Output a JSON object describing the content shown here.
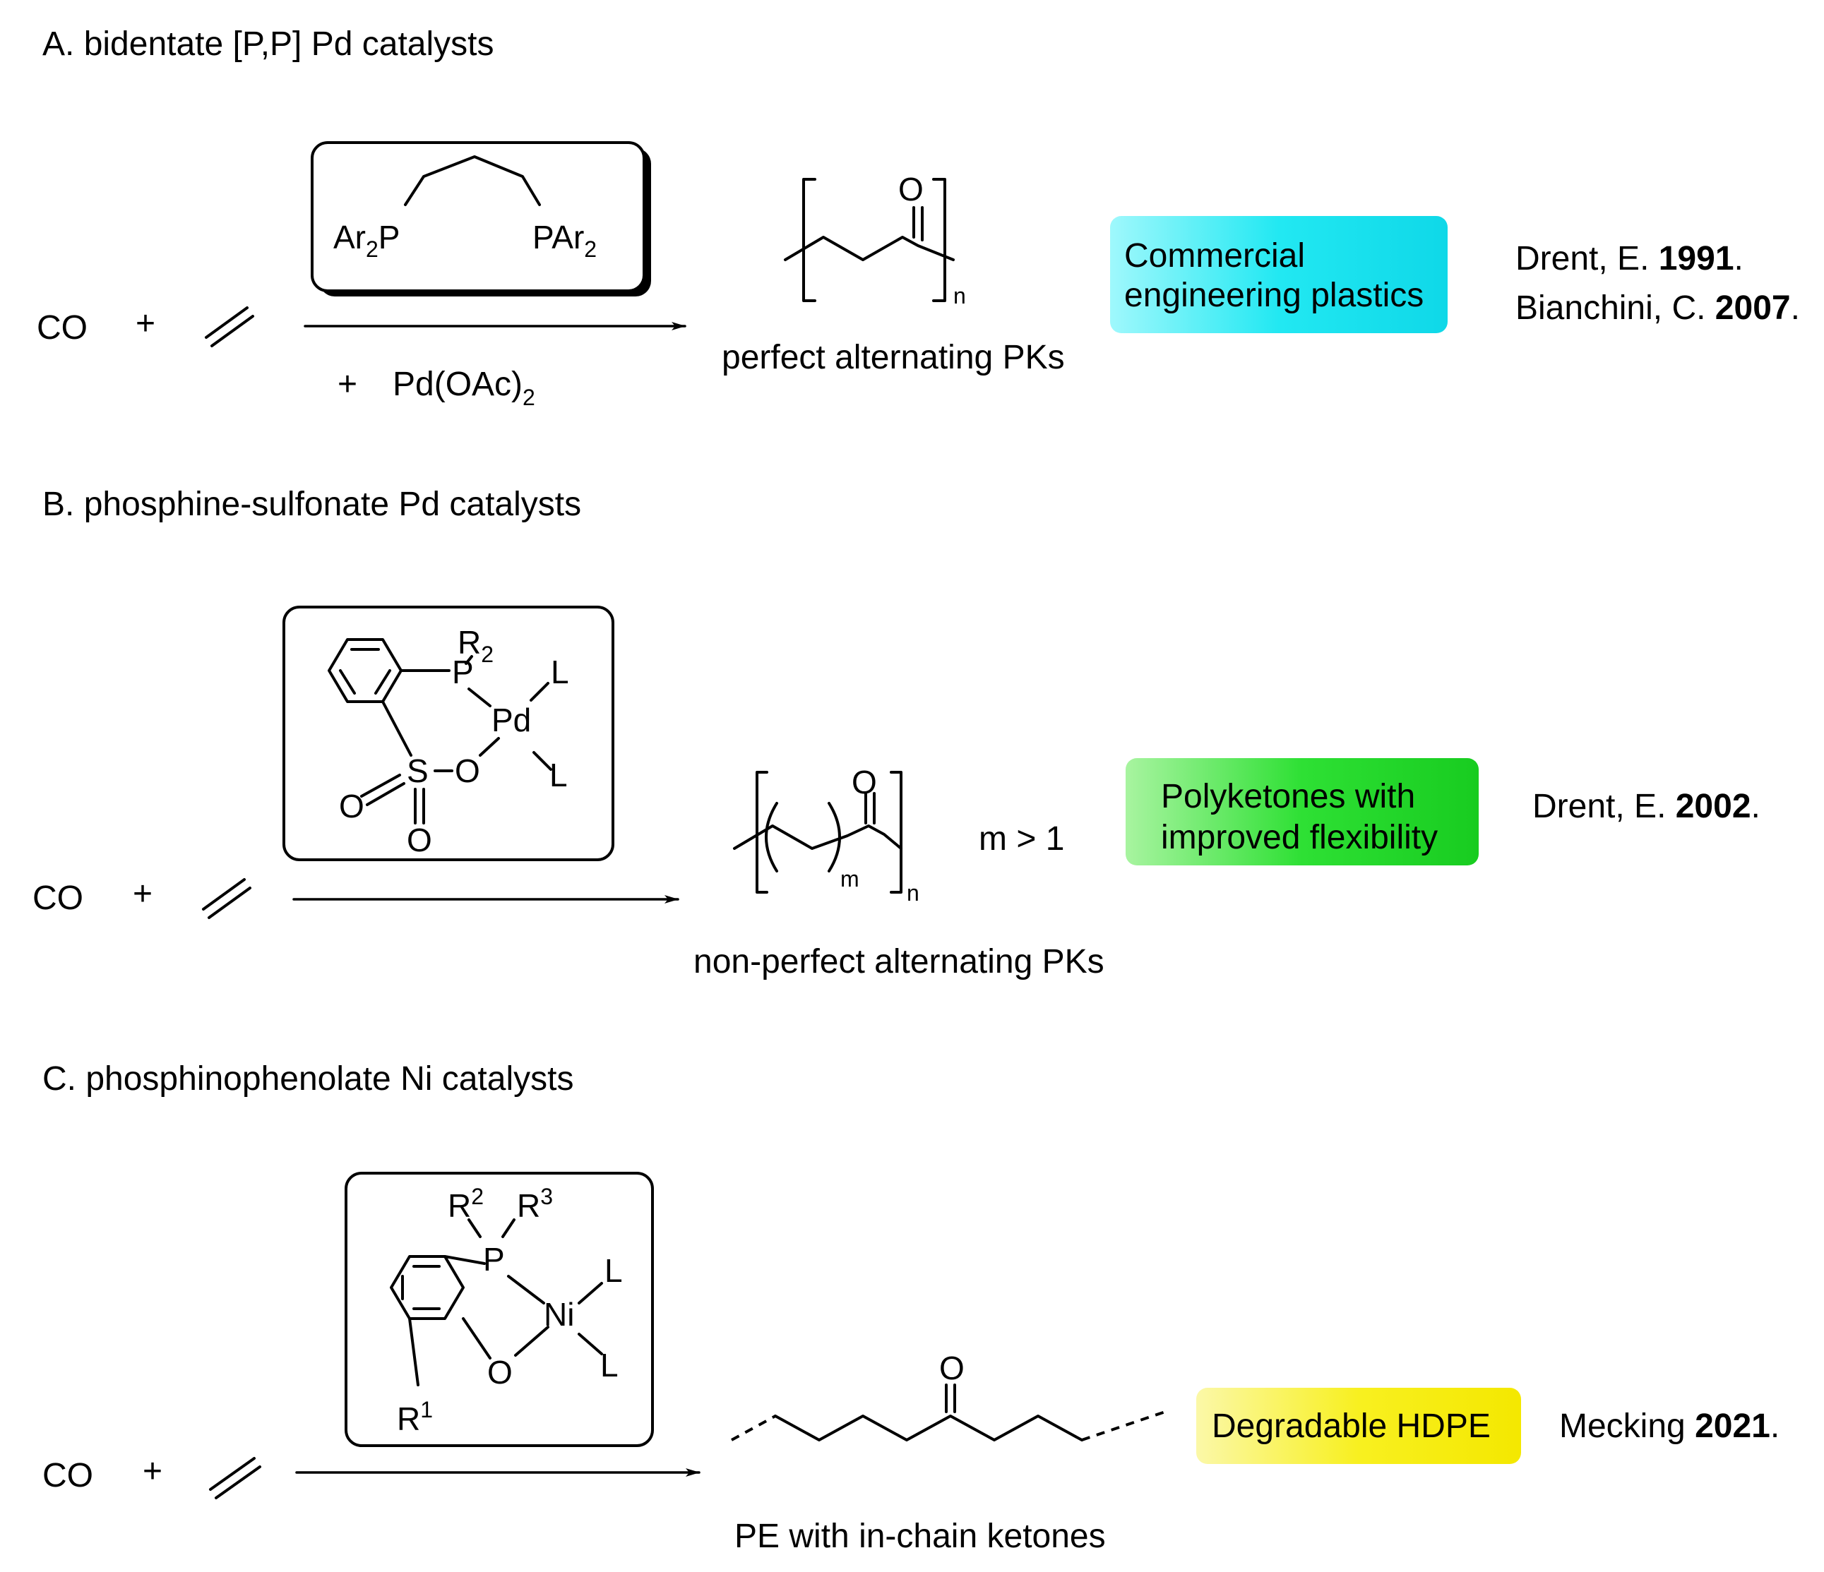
{
  "sections": [
    {
      "heading": "A. bidentate [P,P] Pd catalysts",
      "reactant_co": "CO",
      "plus": "+",
      "ligand_left": "Ar",
      "ligand_left_sub": "2",
      "ligand_left_atom": "P",
      "ligand_right_atom": "PAr",
      "ligand_right_sub": "2",
      "additive_plus": "+",
      "additive": "Pd(OAc)",
      "additive_sub": "2",
      "product_o": "O",
      "product_n": "n",
      "product_label": "perfect alternating PKs",
      "badge_line1": "Commercial",
      "badge_line2": "engineering plastics",
      "badge_color": "#22E8F2",
      "ref1_name": "Drent, E. ",
      "ref1_year": "1991",
      "ref1_dot": ".",
      "ref2_name": "Bianchini, C. ",
      "ref2_year": "2007",
      "ref2_dot": "."
    },
    {
      "heading": "B. phosphine-sulfonate Pd catalysts",
      "reactant_co": "CO",
      "plus": "+",
      "cat_r": "R",
      "cat_r_sub": "2",
      "cat_p": "P",
      "cat_l1": "L",
      "cat_pd": "Pd",
      "cat_l2": "L",
      "cat_s": "S",
      "cat_o_link": "O",
      "cat_o_left": "O",
      "cat_o_bottom": "O",
      "product_o": "O",
      "product_m": "m",
      "product_n": "n",
      "condition": "m > 1",
      "product_label": "non-perfect alternating PKs",
      "badge_line1": "Polyketones with",
      "badge_line2": "improved flexibility",
      "badge_color": "#2EE034",
      "ref1_name": "Drent, E. ",
      "ref1_year": "2002",
      "ref1_dot": "."
    },
    {
      "heading": "C. phosphinophenolate Ni catalysts",
      "reactant_co": "CO",
      "plus": "+",
      "cat_r2": "R",
      "cat_r2_sup": "2",
      "cat_r3": "R",
      "cat_r3_sup": "3",
      "cat_p": "P",
      "cat_l1": "L",
      "cat_ni": "Ni",
      "cat_l2": "L",
      "cat_o": "O",
      "cat_r1": "R",
      "cat_r1_sup": "1",
      "product_o": "O",
      "product_label": "PE with in-chain ketones",
      "badge_line1": "Degradable HDPE",
      "badge_color": "#F8F020",
      "ref1_name": "Mecking ",
      "ref1_year": "2021",
      "ref1_dot": "."
    }
  ]
}
